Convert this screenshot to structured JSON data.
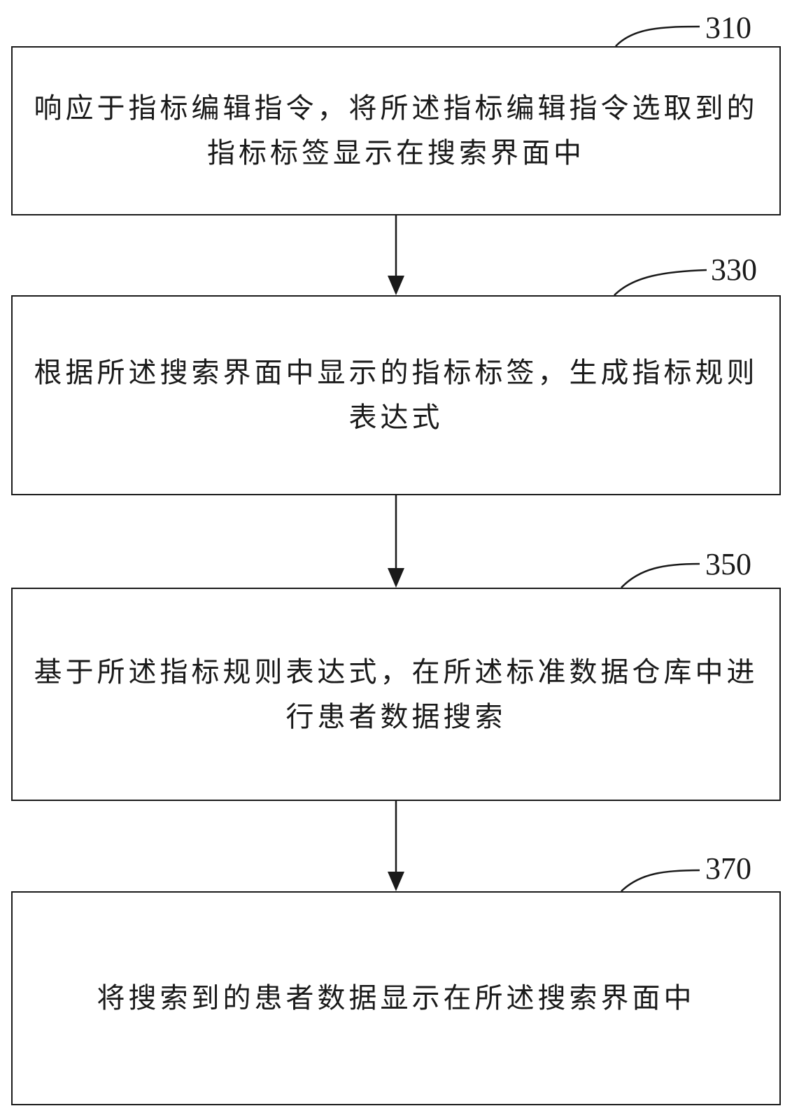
{
  "steps": [
    {
      "number": "310",
      "text": "响应于指标编辑指令，将所述指标编辑指令选取到的指标标签显示在搜索界面中"
    },
    {
      "number": "330",
      "text": "根据所述搜索界面中显示的指标标签，生成指标规则表达式"
    },
    {
      "number": "350",
      "text": "基于所述指标规则表达式，在所述标准数据仓库中进行患者数据搜索"
    },
    {
      "number": "370",
      "text": "将搜索到的患者数据显示在所述搜索界面中"
    }
  ],
  "colors": {
    "stroke": "#1a1a1a",
    "background": "#ffffff"
  }
}
